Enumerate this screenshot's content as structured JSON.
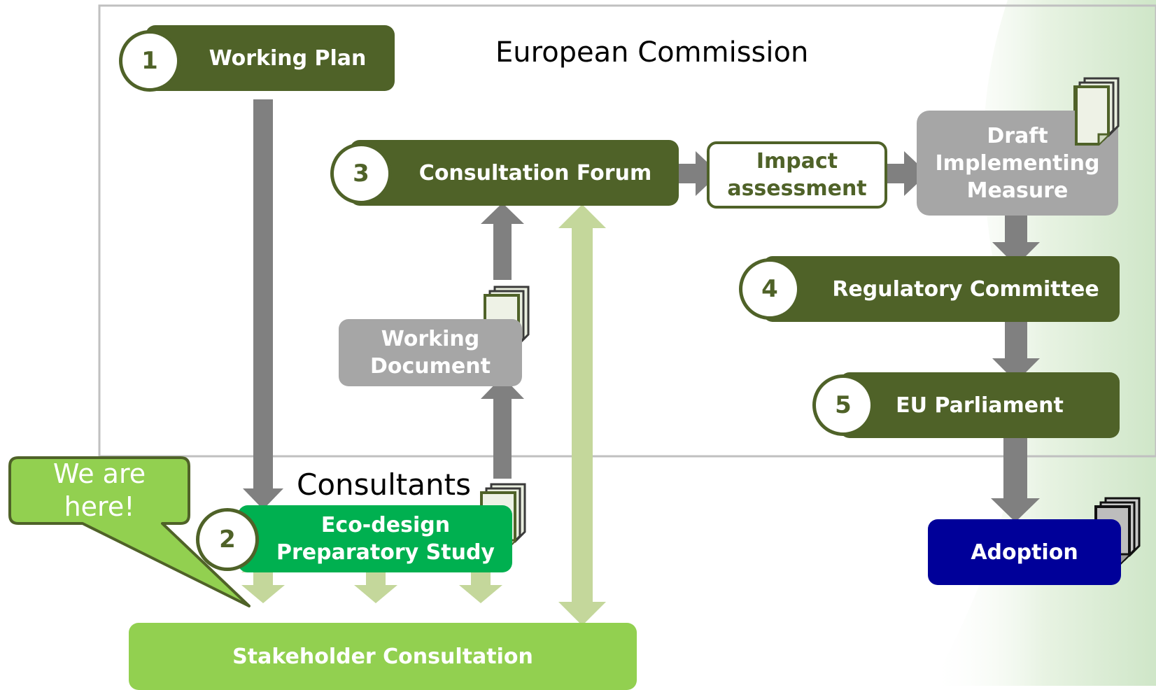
{
  "regions": {
    "commission_label": "European Commission",
    "consultants_label": "Consultants"
  },
  "steps": {
    "working_plan": {
      "number": "1",
      "label": "Working Plan"
    },
    "preparatory_study": {
      "number": "2",
      "line1": "Eco-design",
      "line2": "Preparatory Study"
    },
    "consultation_forum": {
      "number": "3",
      "label": "Consultation Forum"
    },
    "regulatory_committee": {
      "number": "4",
      "label": "Regulatory Committee"
    },
    "eu_parliament": {
      "number": "5",
      "label": "EU Parliament"
    }
  },
  "nodes": {
    "impact_assessment": {
      "line1": "Impact",
      "line2": "assessment"
    },
    "draft_measure": {
      "line1": "Draft",
      "line2": "Implementing",
      "line3": "Measure"
    },
    "working_document": {
      "line1": "Working",
      "line2": "Document"
    },
    "adoption": "Adoption",
    "stakeholder_consultation": "Stakeholder Consultation"
  },
  "callout": {
    "line1": "We are",
    "line2": "here!"
  },
  "colors": {
    "dark_green": "#4f6228",
    "bright_green": "#00b050",
    "light_green": "#92d050",
    "pale_green_arrow": "#c4d79b",
    "grey_arrow": "#808080",
    "grey_box": "#a6a6a6",
    "navy": "#000099",
    "region_border": "#c0c0c0"
  },
  "icons": [
    "document-stack-icon"
  ]
}
